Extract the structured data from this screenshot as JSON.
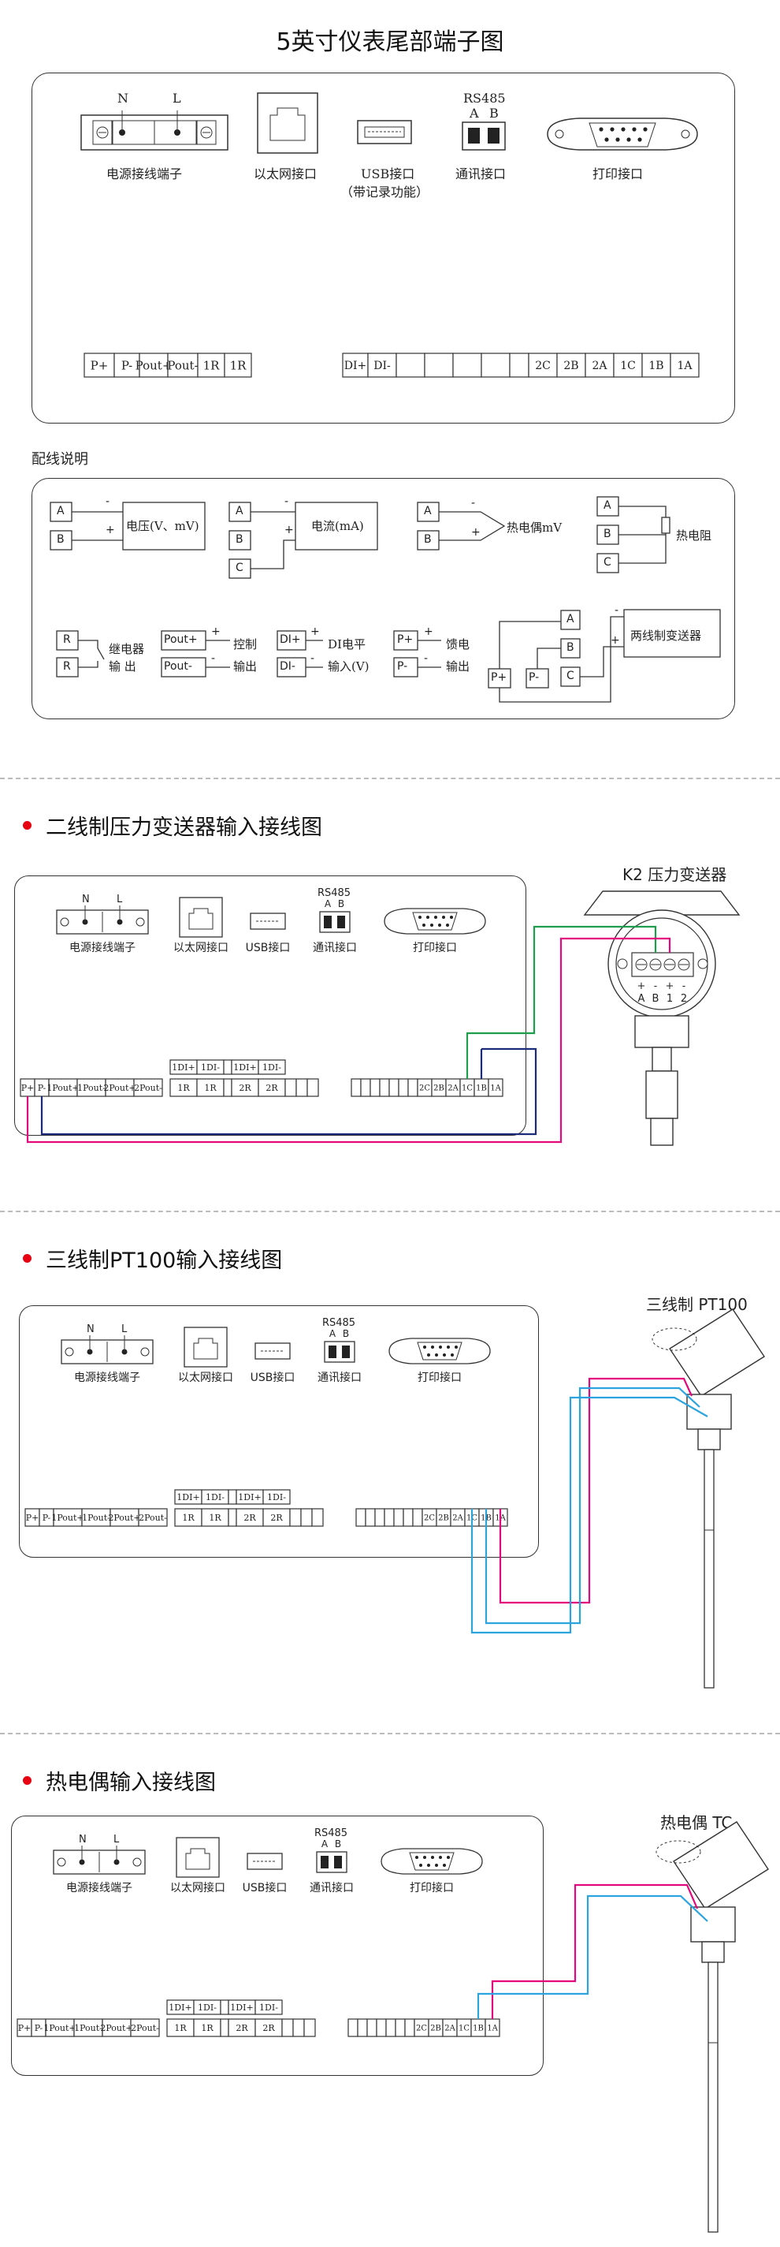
{
  "page_title": "5英寸仪表尾部端子图",
  "rear_panel": {
    "power_terminal": {
      "n": "N",
      "l": "L",
      "label": "电源接线端子"
    },
    "ethernet_label": "以太网接口",
    "usb_label": "USB接口",
    "usb_note": "（带记录功能）",
    "comm": {
      "title": "RS485",
      "a": "A",
      "b": "B",
      "label": "通讯接口"
    },
    "print_label": "打印接口",
    "left_strip": [
      "P+",
      "P-",
      "Pout+",
      "Pout-",
      "1R",
      "1R"
    ],
    "right_strip": [
      "DI+",
      "DI-",
      "",
      "",
      "",
      "",
      "",
      "2C",
      "2B",
      "2A",
      "1C",
      "1B",
      "1A"
    ]
  },
  "wiring": {
    "title": "配线说明",
    "voltage": {
      "a": "A",
      "b": "B",
      "minus": "-",
      "plus": "+",
      "label": "电压(V、mV)"
    },
    "current": {
      "a": "A",
      "b": "B",
      "c": "C",
      "minus": "-",
      "plus": "+",
      "label": "电流(mA)"
    },
    "thermocouple": {
      "a": "A",
      "b": "B",
      "minus": "-",
      "plus": "+",
      "label": "热电偶mV"
    },
    "rtd": {
      "a": "A",
      "b": "B",
      "c": "C",
      "label": "热电阻"
    },
    "relay": {
      "r": "R",
      "label1": "继电器",
      "label2": "输  出"
    },
    "control": {
      "plus_term": "Pout+",
      "minus_term": "Pout-",
      "plus": "+",
      "minus": "-",
      "label1": "控制",
      "label2": "输出"
    },
    "di": {
      "plus_term": "DI+",
      "minus_term": "DI-",
      "plus": "+",
      "minus": "-",
      "label1": "DI电平",
      "label2": "输入(V)"
    },
    "feed": {
      "plus_term": "P+",
      "minus_term": "P-",
      "plus": "+",
      "minus": "-",
      "label1": "馈电",
      "label2": "输出"
    },
    "two_wire": {
      "a": "A",
      "b": "B",
      "c": "C",
      "p_plus": "P+",
      "p_minus": "P-",
      "minus": "-",
      "plus": "+",
      "label": "两线制变送器"
    }
  },
  "sections": [
    {
      "title": "二线制压力变送器输入接线图",
      "device_title": "K2 压力变送器",
      "terminals": [
        "A",
        "B",
        "1",
        "2"
      ]
    },
    {
      "title": "三线制PT100输入接线图",
      "device_title": "三线制 PT100"
    },
    {
      "title": "热电偶输入接线图",
      "device_title": "热电偶 TC"
    }
  ],
  "mini_panel": {
    "n": "N",
    "l": "L",
    "power_label": "电源接线端子",
    "ethernet_label": "以太网接口",
    "usb_label": "USB接口",
    "comm_title": "RS485",
    "comm_a": "A",
    "comm_b": "B",
    "comm_label": "通讯接口",
    "print_label": "打印接口",
    "left_strip": [
      "P+",
      "P-",
      "1Pout+",
      "1Pout-",
      "2Pout+",
      "2Pout-"
    ],
    "di_header": [
      "1DI+",
      "1DI-",
      "",
      "1DI+",
      "1DI-"
    ],
    "mid_strip": [
      "1R",
      "1R",
      "",
      "2R",
      "2R",
      "",
      "",
      ""
    ],
    "right_strip": [
      "",
      "",
      "",
      "",
      "",
      "",
      "",
      "2C",
      "2B",
      "2A",
      "1C",
      "1B",
      "1A"
    ]
  },
  "colors": {
    "pink": "#e4087c",
    "green": "#1e9e4c",
    "navy": "#1c2a7a",
    "blue": "#2aa3df",
    "accent_red": "#e60012"
  }
}
